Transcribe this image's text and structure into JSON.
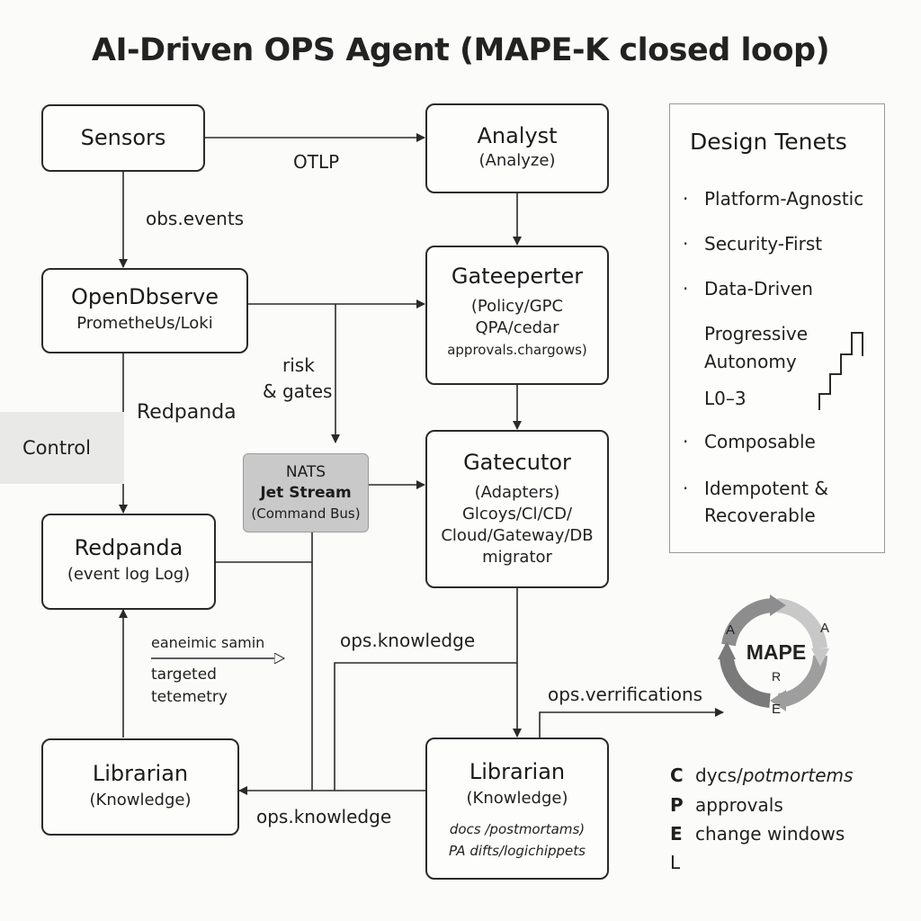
{
  "title": "AI-Driven OPS Agent (MAPE-K closed loop)",
  "nodes": {
    "sensors": {
      "name": "Sensors"
    },
    "analyst": {
      "name": "Analyst",
      "sub": "(Analyze)"
    },
    "openobserve": {
      "name": "OpenDbserve",
      "sub": "PrometheUs/Loki"
    },
    "gatekeeper": {
      "name": "Gateeperter",
      "line1": "(Policy/GPC",
      "line2": "QPA/cedar",
      "line3": "approvals.chargows)"
    },
    "executor": {
      "name": "Gatecutor",
      "line1": "(Adapters)",
      "line2": "Glcoys/Cl/CD/",
      "line3": "Cloud/Gateway/DB",
      "line4": "migrator"
    },
    "redpanda": {
      "name": "Redpanda",
      "sub": "(event log Log)"
    },
    "librarian_left": {
      "name": "Librarian",
      "sub": "(Knowledge)"
    },
    "librarian_right": {
      "name": "Librarian",
      "sub": "(Knowledge)",
      "note1": "docs /postmortams)",
      "note2": "PA difts/logichippets"
    }
  },
  "nats": {
    "line1": "NATS",
    "line2": "Jet Stream",
    "line3": "(Command Bus)"
  },
  "labels": {
    "otlp": "OTLP",
    "obs_events": "obs.events",
    "risk": "risk",
    "gates": "& gates",
    "redpanda_edge": "Redpanda",
    "control": "Control",
    "eaneimic": "eaneimic samin",
    "targeted": "targeted",
    "telemetry": "tetemetry",
    "ops_knowledge_top": "ops.knowledge",
    "ops_verifications": "ops.verrifications",
    "ops_knowledge_bottom": "ops.knowledge"
  },
  "tenets": {
    "title": "Design Tenets",
    "items": [
      "Platform-Agnostic",
      "Security-First",
      "Data-Driven",
      "Composable"
    ],
    "progressive1": "Progressive",
    "progressive2": "Autonomy",
    "progressive3": "L0–3",
    "last1": "Idempotent &",
    "last2": "Recoverable"
  },
  "mape": {
    "center": "MAPE",
    "a1": "A",
    "a2": "A",
    "r": "R",
    "e": "E"
  },
  "legend": [
    {
      "key": "C",
      "text": "dycs/",
      "italic": "potmortems"
    },
    {
      "key": "P",
      "text": "approvals",
      "italic": ""
    },
    {
      "key": "E",
      "text": "change windows",
      "italic": ""
    },
    {
      "key": "L",
      "text": "",
      "italic": ""
    }
  ],
  "colors": {
    "stroke": "#2a2a2a",
    "nats_fill": "#c9c9c9",
    "cycle_gray": "#8a8a8a"
  }
}
